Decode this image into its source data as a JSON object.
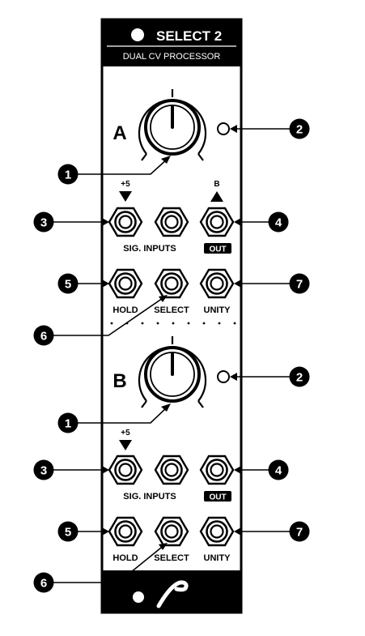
{
  "panel": {
    "title": "SELECT 2",
    "subtitle": "DUAL CV PROCESSOR"
  },
  "sections": [
    {
      "id": "A",
      "channel_label": "A",
      "plus5_label": "+5",
      "b_label": "B",
      "sig_inputs_label": "SIG. INPUTS",
      "out_label": "OUT",
      "hold_label": "HOLD",
      "select_label": "SELECT",
      "unity_label": "UNITY"
    },
    {
      "id": "B",
      "channel_label": "B",
      "plus5_label": "+5",
      "sig_inputs_label": "SIG. INPUTS",
      "out_label": "OUT",
      "hold_label": "HOLD",
      "select_label": "SELECT",
      "unity_label": "UNITY"
    }
  ],
  "callouts": [
    "1",
    "2",
    "3",
    "4",
    "5",
    "6",
    "7"
  ],
  "icons": {
    "led": "led-indicator",
    "knob": "attenuverter-knob",
    "jack": "hex-jack",
    "logo": "brand-logo"
  },
  "colors": {
    "panel": "#000000",
    "ink": "#000000",
    "paper": "#ffffff"
  }
}
